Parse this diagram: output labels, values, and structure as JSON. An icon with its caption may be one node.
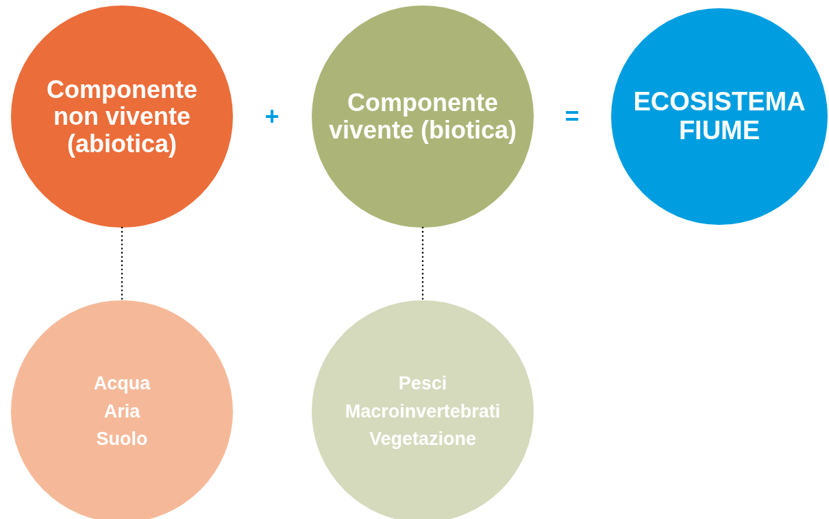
{
  "diagram": {
    "nodes": [
      {
        "text": [
          "Componente non vivente (abiotica)"
        ]
      },
      {
        "text": [
          "Componente vivente (biotica)"
        ]
      },
      {
        "text": [
          "ECOSISTEMA FIUME"
        ]
      },
      {
        "text": [
          "Acqua",
          "Aria",
          "Suolo"
        ]
      },
      {
        "text": [
          "Pesci",
          "Macroinvertebrati",
          "Vegetazione"
        ]
      }
    ],
    "edges": [
      {
        "from": 0,
        "to": 3,
        "arrow": "none",
        "style": "dashed"
      },
      {
        "from": 1,
        "to": 4,
        "arrow": "none",
        "style": "dashed"
      }
    ],
    "labels": [
      "+",
      "="
    ]
  }
}
